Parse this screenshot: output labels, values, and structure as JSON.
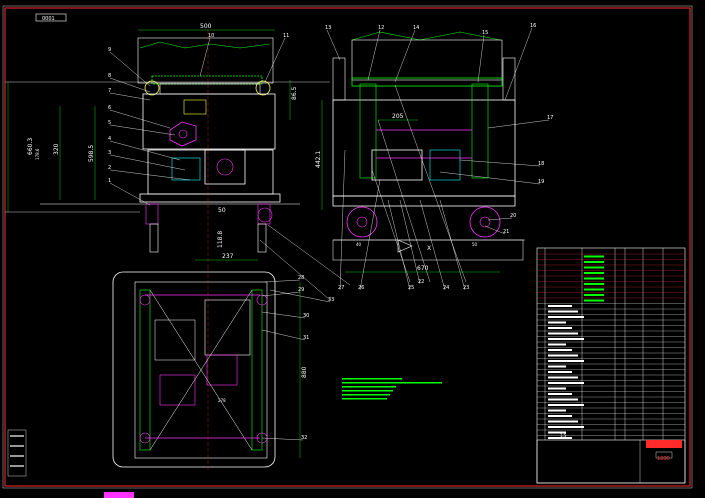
{
  "drawing": {
    "sheet_code": "0001",
    "colors": {
      "background": "#000000",
      "border": "#ff2a2a",
      "outline": "#ffffff",
      "green": "#00ff00",
      "magenta": "#ff33ff",
      "cyan": "#00ffff",
      "yellow": "#ffff33",
      "red": "#ff2a2a",
      "blue": "#5566ff"
    },
    "front_view": {
      "dims": {
        "width": "500",
        "height_a": "660.3",
        "height_b": "320",
        "height_c": "598.5",
        "right_a": "86.5",
        "left_b": "178.6",
        "bottom_gap": "118.8",
        "bottom_w": "237",
        "bottom_note": "50"
      },
      "balloons": [
        "9",
        "10",
        "11",
        "8",
        "7",
        "6",
        "5",
        "4",
        "3",
        "2",
        "1"
      ]
    },
    "side_view": {
      "dims": {
        "top": "205",
        "left_h": "442.1",
        "base_w": "670",
        "r1": "40",
        "r2": "50"
      },
      "balloons": [
        "13",
        "12",
        "14",
        "15",
        "16",
        "17",
        "18",
        "19",
        "20",
        "21",
        "22",
        "23",
        "24",
        "25",
        "26",
        "27"
      ]
    },
    "top_view": {
      "dims": {
        "height": "880",
        "bottom": "278"
      },
      "balloons": [
        "28",
        "29",
        "30",
        "31",
        "32",
        "33"
      ]
    },
    "notes_lines": [
      "——",
      "——",
      "——",
      "——",
      "——",
      "——"
    ],
    "title_block": {
      "stamp": "1800",
      "bottom_note": "1:5"
    }
  }
}
